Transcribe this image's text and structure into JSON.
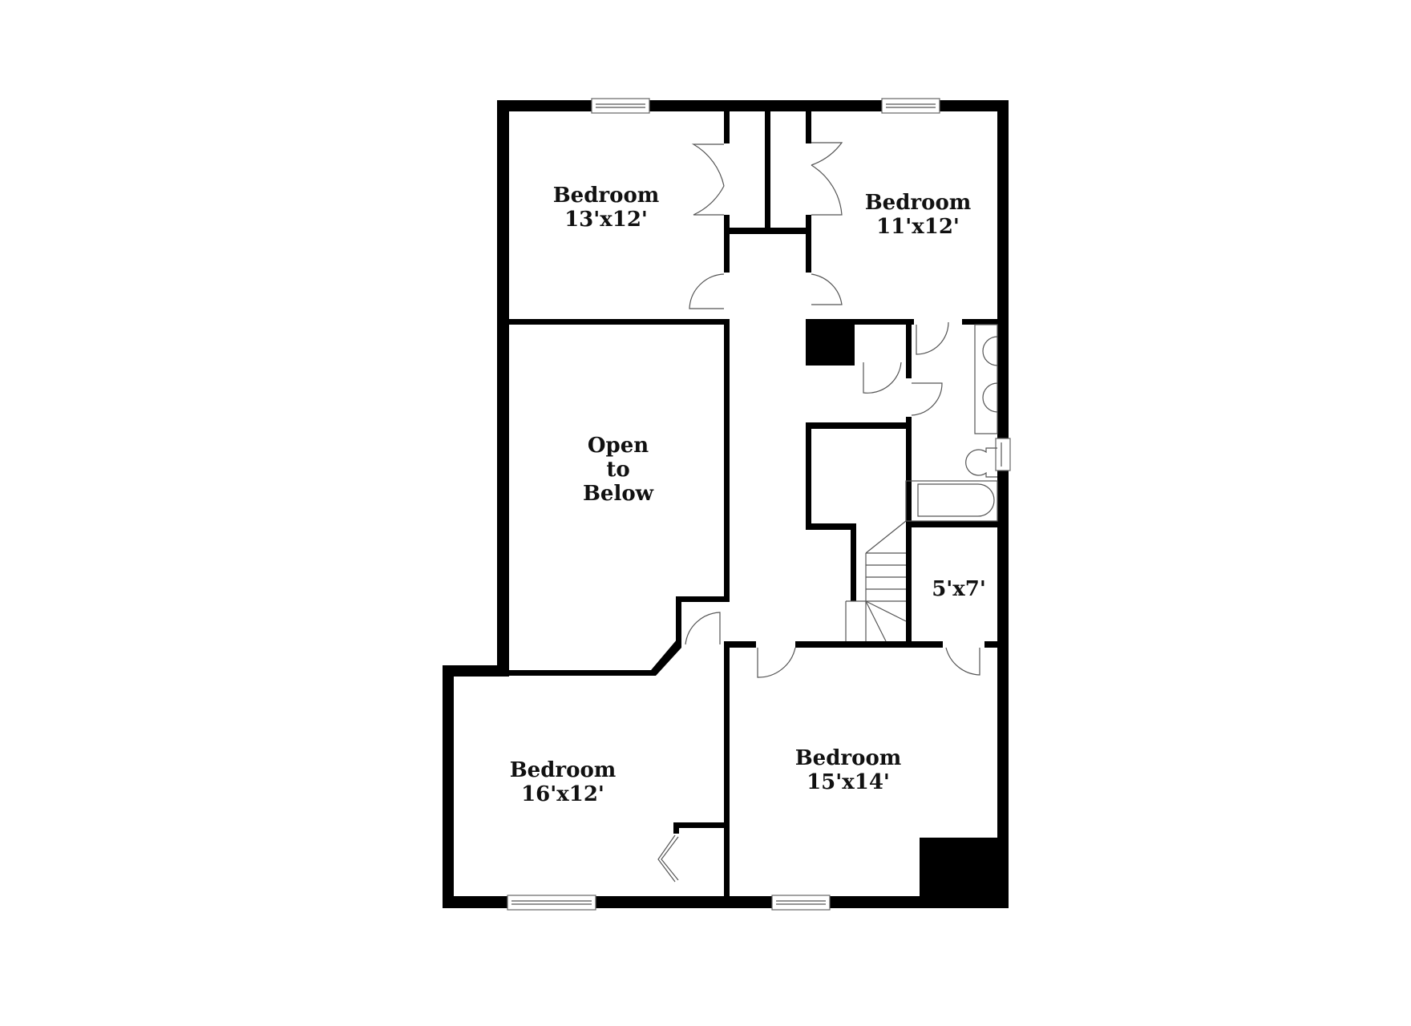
{
  "floorplan": {
    "colors": {
      "wall": "#000000",
      "background": "#ffffff",
      "fixture_line": "#555555"
    },
    "rooms": [
      {
        "id": "bedroom-nw",
        "name": "Bedroom",
        "dimensions": "13'x12'"
      },
      {
        "id": "bedroom-ne",
        "name": "Bedroom",
        "dimensions": "11'x12'"
      },
      {
        "id": "open-to-below",
        "lines": [
          "Open",
          "to",
          "Below"
        ]
      },
      {
        "id": "closet-5x7",
        "dimensions": "5'x7'"
      },
      {
        "id": "bedroom-sw",
        "name": "Bedroom",
        "dimensions": "16'x12'"
      },
      {
        "id": "bedroom-se",
        "name": "Bedroom",
        "dimensions": "15'x14'"
      }
    ]
  }
}
